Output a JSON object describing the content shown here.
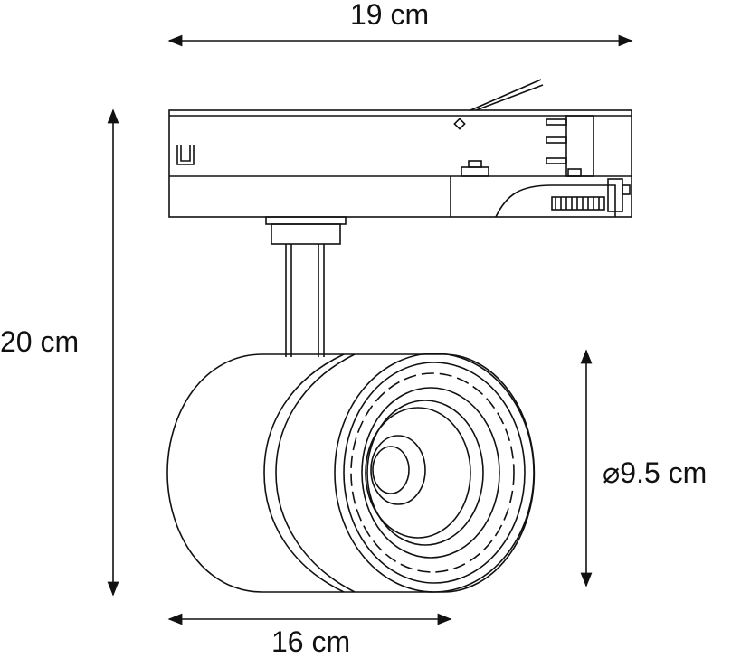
{
  "dimensions": {
    "width": "19 cm",
    "height": "20 cm",
    "depth": "16 cm",
    "diameter": "9.5 cm",
    "diameter_symbol": "⌀"
  },
  "colors": {
    "line": "#111111",
    "background": "#ffffff"
  }
}
